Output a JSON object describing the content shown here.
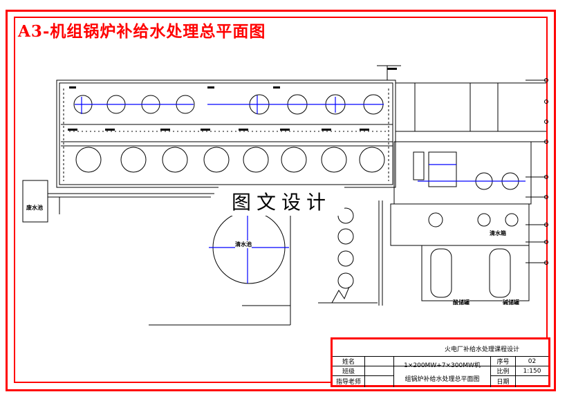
{
  "sheet_title": "A3-机组锅炉补给水处理总平面图",
  "watermark": "图文设计",
  "labels": {
    "waste_pit": "废水池",
    "clear_tank": "清水池",
    "clear_tank_small": "清水箱",
    "tank_a": "酸储罐",
    "tank_b": "碱储罐"
  },
  "title_block": {
    "project": "火电厂补给水处理课程设计",
    "drawing_name_line1": "1×200MW+7×300MW机",
    "drawing_name_line2": "组锅炉补给水处理总平面图",
    "row_labels": [
      "姓名",
      "班级",
      "指导老师"
    ],
    "seq_label": "序号",
    "seq_value": "02",
    "scale_label": "比例",
    "scale_value": "1:150",
    "date_label": "日期"
  },
  "colors": {
    "frame": "#ff0000",
    "line": "#000000",
    "pipe": "#0000ff"
  }
}
